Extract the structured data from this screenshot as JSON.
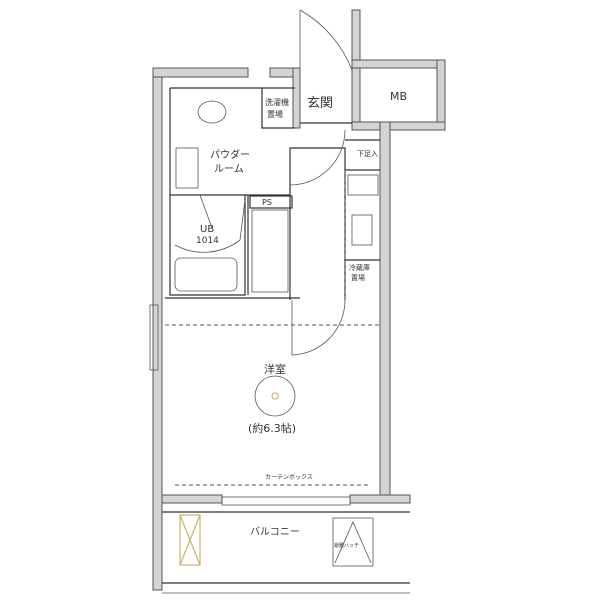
{
  "rooms": {
    "entrance": "玄関",
    "meter_box": "MB",
    "laundry_line1": "洗濯機",
    "laundry_line2": "置場",
    "powder_line1": "パウダー",
    "powder_line2": "ルーム",
    "bath_line1": "UB",
    "bath_line2": "1014",
    "pipe_space": "PS",
    "shoe_box": "下足入",
    "fridge_line1": "冷蔵庫",
    "fridge_line2": "置場",
    "western_room": "洋室",
    "western_room_size": "(約6.3帖)",
    "curtain_box": "カーテンボックス",
    "balcony": "バルコニー",
    "hatch": "避難ハッチ"
  }
}
